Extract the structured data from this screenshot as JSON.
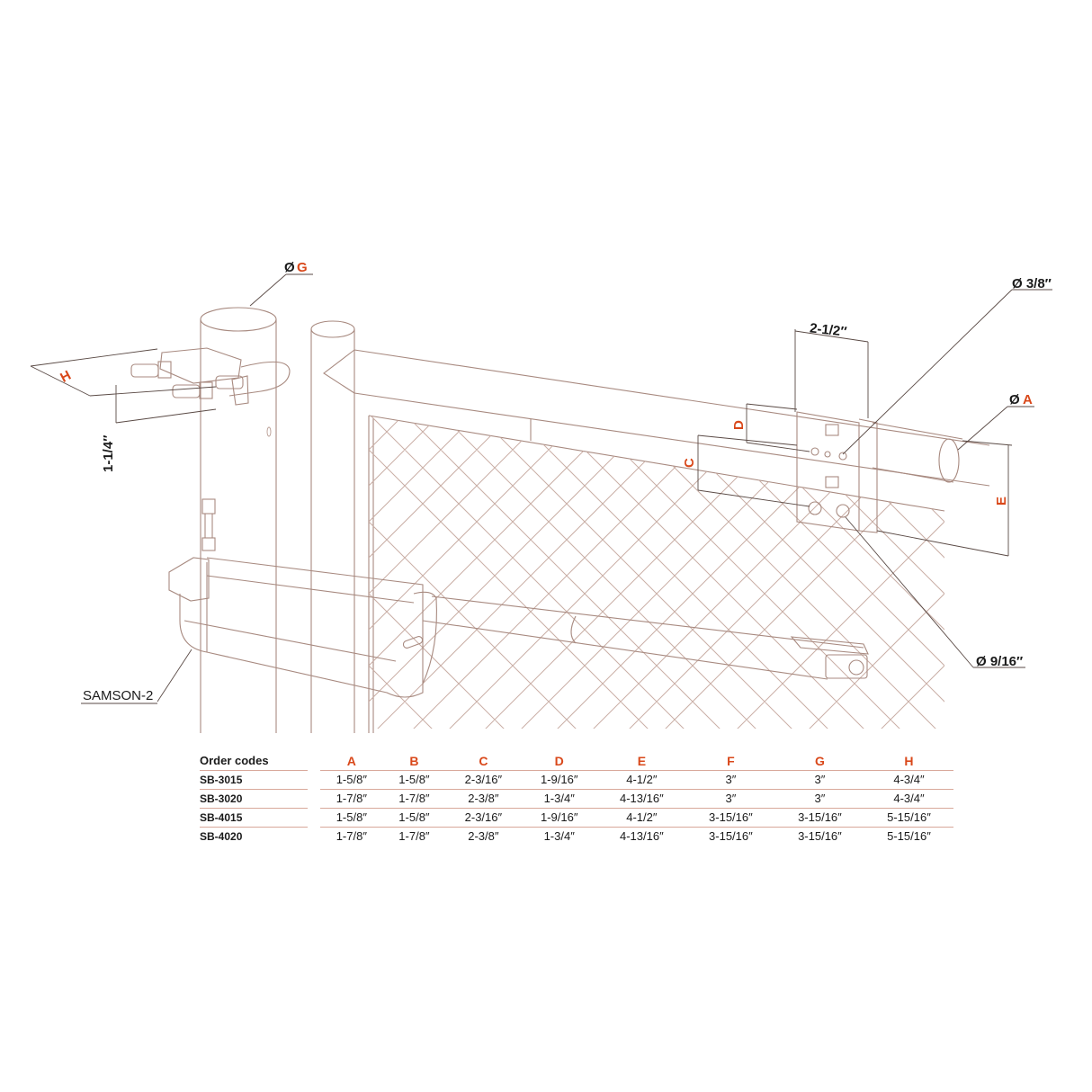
{
  "diagram": {
    "labels": {
      "phi_g_symbol": "Ø",
      "phi_g_letter": "G",
      "h_letter": "H",
      "dim_1_1_4": "1-1/4″",
      "dim_2_1_2": "2-1/2″",
      "phi_3_8": "Ø 3/8″",
      "phi_a_symbol": "Ø",
      "phi_a_letter": "A",
      "d_letter": "D",
      "c_letter": "C",
      "e_letter": "E",
      "phi_9_16": "Ø 9/16″",
      "product_name": "SAMSON-2"
    },
    "colors": {
      "accent": "#d9481a",
      "line": "#a88a80",
      "text": "#1a1a1a"
    }
  },
  "table": {
    "header_label": "Order codes",
    "columns": [
      "A",
      "B",
      "C",
      "D",
      "E",
      "F",
      "G",
      "H"
    ],
    "rows": [
      {
        "code": "SB-3015",
        "values": [
          "1-5/8″",
          "1-5/8″",
          "2-3/16″",
          "1-9/16″",
          "4-1/2″",
          "3″",
          "3″",
          "4-3/4″"
        ]
      },
      {
        "code": "SB-3020",
        "values": [
          "1-7/8″",
          "1-7/8″",
          "2-3/8″",
          "1-3/4″",
          "4-13/16″",
          "3″",
          "3″",
          "4-3/4″"
        ]
      },
      {
        "code": "SB-4015",
        "values": [
          "1-5/8″",
          "1-5/8″",
          "2-3/16″",
          "1-9/16″",
          "4-1/2″",
          "3-15/16″",
          "3-15/16″",
          "5-15/16″"
        ]
      },
      {
        "code": "SB-4020",
        "values": [
          "1-7/8″",
          "1-7/8″",
          "2-3/8″",
          "1-3/4″",
          "4-13/16″",
          "3-15/16″",
          "3-15/16″",
          "5-15/16″"
        ]
      }
    ]
  }
}
